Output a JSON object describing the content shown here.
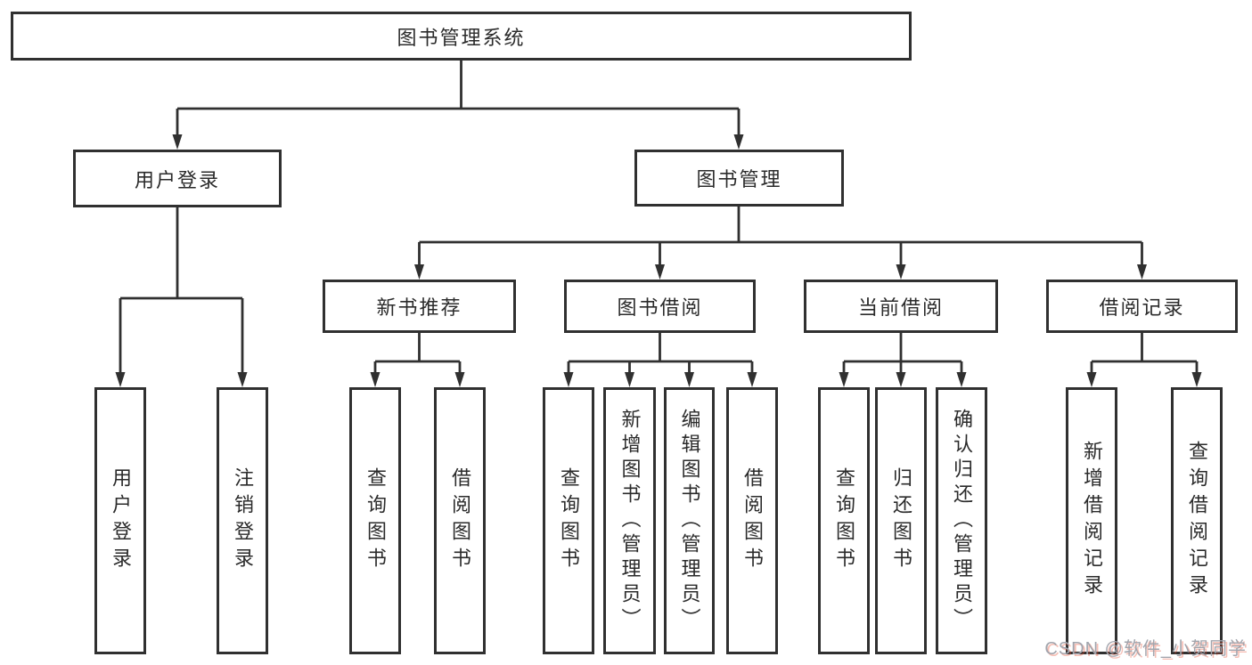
{
  "diagram_type": "hierarchy-tree",
  "colors": {
    "line": "#303030",
    "box_border": "#303030",
    "box_background": "#ffffff",
    "text": "#2b2b2b",
    "watermark_gray": "#a2a5ad",
    "watermark_red": "#e8543a"
  },
  "tree": {
    "root": {
      "label": "图书管理系统",
      "children": [
        {
          "label": "用户登录",
          "children": [
            {
              "label": "用户登录"
            },
            {
              "label": "注销登录"
            }
          ]
        },
        {
          "label": "图书管理",
          "children": [
            {
              "label": "新书推荐",
              "children": [
                {
                  "label": "查询图书"
                },
                {
                  "label": "借阅图书"
                }
              ]
            },
            {
              "label": "图书借阅",
              "children": [
                {
                  "label": "查询图书"
                },
                {
                  "label": "新增图书（管理员）"
                },
                {
                  "label": "编辑图书（管理员）"
                },
                {
                  "label": "借阅图书"
                }
              ]
            },
            {
              "label": "当前借阅",
              "children": [
                {
                  "label": "查询图书"
                },
                {
                  "label": "归还图书"
                },
                {
                  "label": "确认归还（管理员）"
                }
              ]
            },
            {
              "label": "借阅记录",
              "children": [
                {
                  "label": "新增借阅记录"
                },
                {
                  "label": "查询借阅记录"
                }
              ]
            }
          ]
        }
      ]
    }
  },
  "watermark": {
    "text": "CSDN @软件_小贺同学"
  }
}
